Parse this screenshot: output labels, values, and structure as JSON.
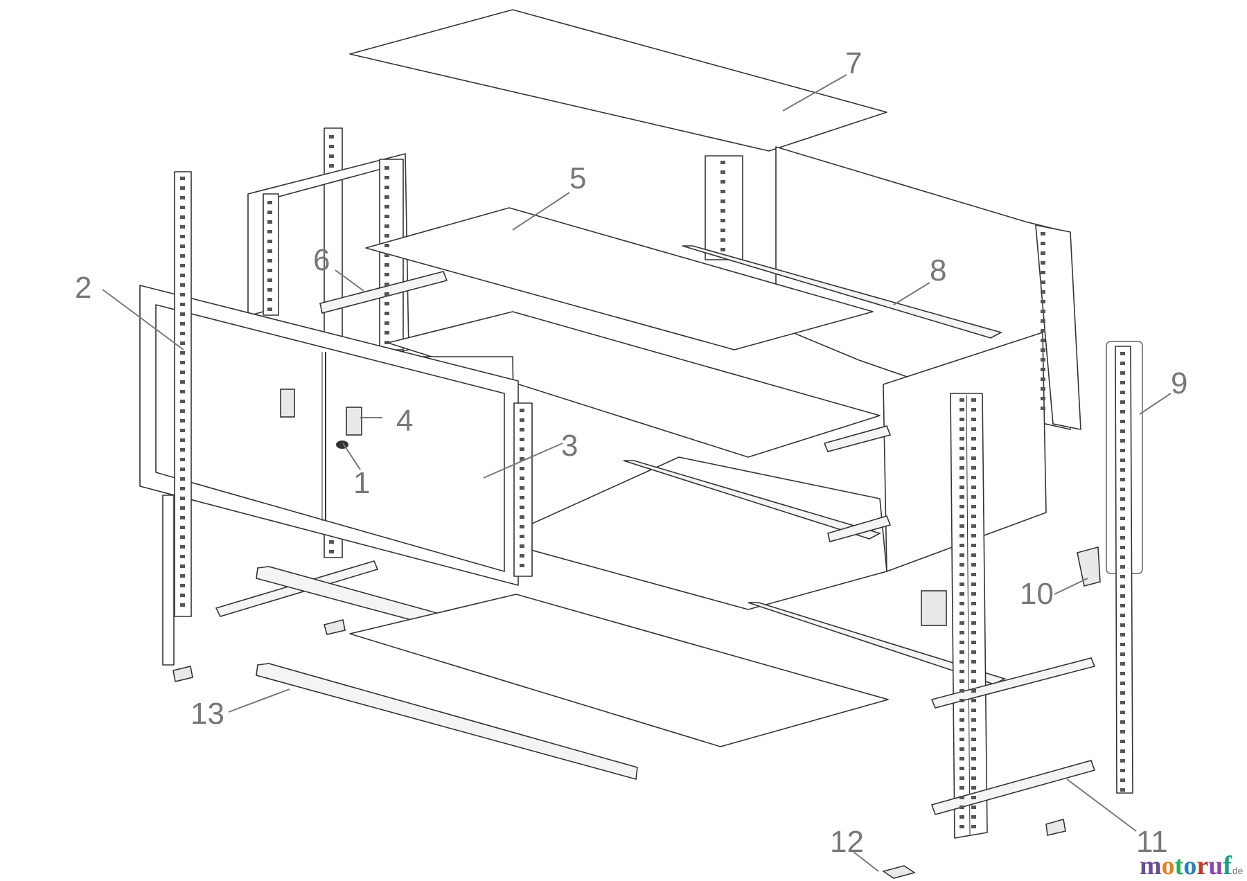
{
  "part_numbers": [
    {
      "id": "p1",
      "label": "1"
    },
    {
      "id": "p2",
      "label": "2"
    },
    {
      "id": "p3",
      "label": "3"
    },
    {
      "id": "p4",
      "label": "4"
    },
    {
      "id": "p5",
      "label": "5"
    },
    {
      "id": "p6",
      "label": "6"
    },
    {
      "id": "p7",
      "label": "7"
    },
    {
      "id": "p8",
      "label": "8"
    },
    {
      "id": "p9",
      "label": "9"
    },
    {
      "id": "p10",
      "label": "10"
    },
    {
      "id": "p11",
      "label": "11"
    },
    {
      "id": "p12",
      "label": "12"
    },
    {
      "id": "p13",
      "label": "13"
    }
  ],
  "watermark": {
    "letters": [
      "m",
      "o",
      "t",
      "o",
      "r",
      "u",
      "f"
    ],
    "letter_colors": [
      "#6a4c93",
      "#e67e22",
      "#27ae60",
      "#2980b9",
      "#c0392b",
      "#8e44ad",
      "#16a085"
    ],
    "suffix": ".de"
  }
}
